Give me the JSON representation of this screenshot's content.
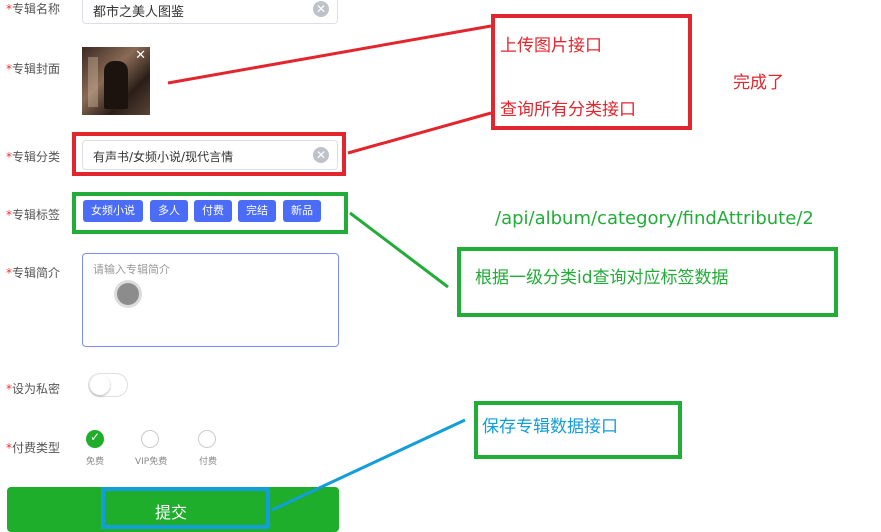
{
  "form": {
    "album_name": {
      "label": "专辑名称",
      "value": "都市之美人图鉴"
    },
    "cover": {
      "label": "专辑封面"
    },
    "category": {
      "label": "专辑分类",
      "value": "有声书/女频小说/现代言情"
    },
    "tags": {
      "label": "专辑标签",
      "items": [
        "女频小说",
        "多人",
        "付费",
        "完结",
        "新品"
      ]
    },
    "intro": {
      "label": "专辑简介",
      "placeholder": "请输入专辑简介"
    },
    "private": {
      "label": "设为私密"
    },
    "pay_type": {
      "label": "付费类型",
      "options": [
        "免费",
        "VIP免费",
        "付费"
      ],
      "selected_index": 0
    },
    "submit_label": "提交",
    "required_mark": "*"
  },
  "annotations": {
    "upload_api": "上传图片接口",
    "category_api": "查询所有分类接口",
    "done": "完成了",
    "attr_url": "/api/album/category/findAttribute/2",
    "attr_desc": "根据一级分类id查询对应标签数据",
    "save_api": "保存专辑数据接口"
  },
  "colors": {
    "red": "#e3252d",
    "green": "#22ac38",
    "blue": "#129ed9",
    "tag": "#4a6cf7",
    "submit": "#1fae2c"
  }
}
